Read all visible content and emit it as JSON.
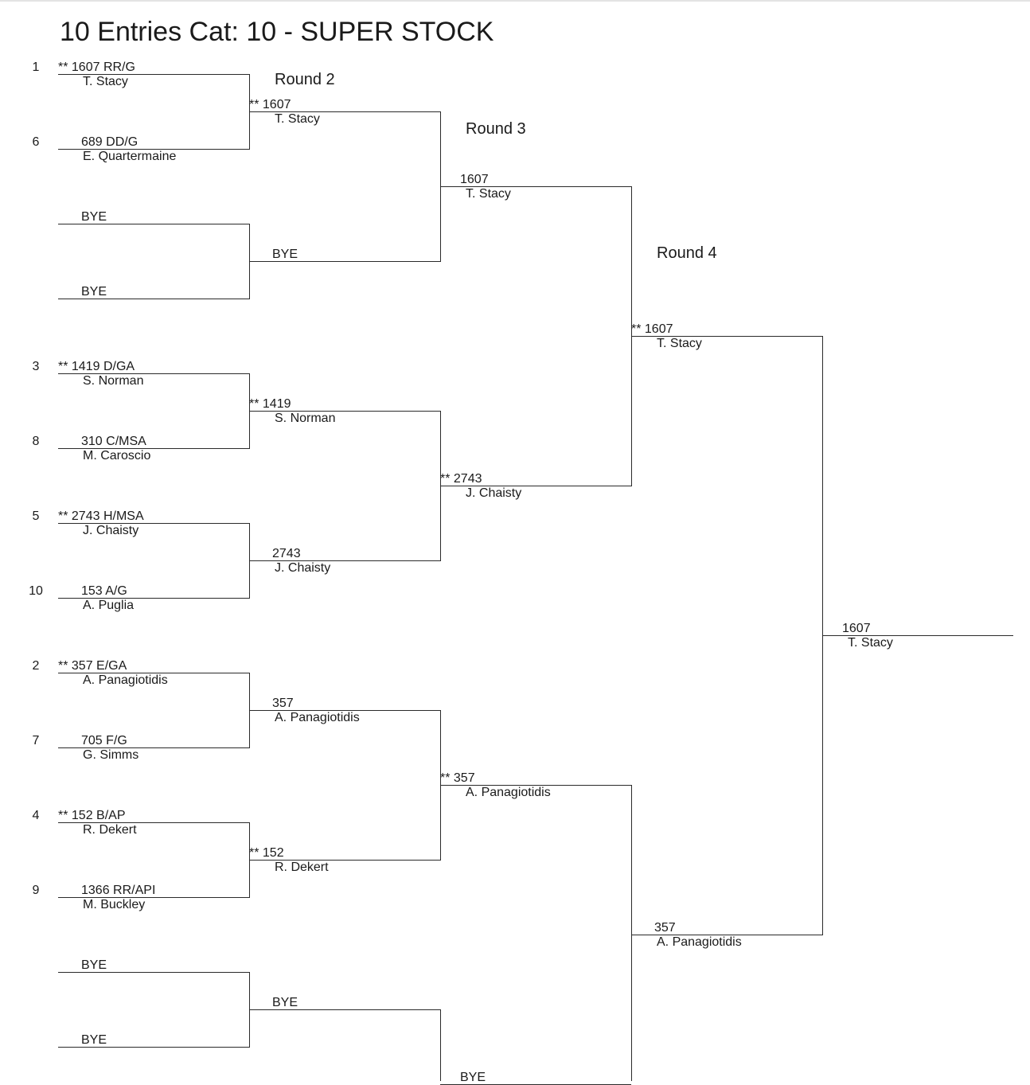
{
  "title": "10 Entries Cat: 10 - SUPER STOCK",
  "round_labels": [
    "Round 2",
    "Round 3",
    "Round 4"
  ],
  "seeds": [
    "1",
    "6",
    "3",
    "8",
    "5",
    "10",
    "2",
    "7",
    "4",
    "9"
  ],
  "round1": [
    {
      "line1": "**  1607  RR/G",
      "line2": "T. Stacy"
    },
    {
      "line1": "689  DD/G",
      "line2": "E. Quartermaine"
    },
    {
      "line1": "BYE",
      "line2": ""
    },
    {
      "line1": "BYE",
      "line2": ""
    },
    {
      "line1": "**  1419  D/GA",
      "line2": "S. Norman"
    },
    {
      "line1": "310  C/MSA",
      "line2": "M. Caroscio"
    },
    {
      "line1": "**  2743  H/MSA",
      "line2": "J. Chaisty"
    },
    {
      "line1": "153  A/G",
      "line2": "A. Puglia"
    },
    {
      "line1": "**   357  E/GA",
      "line2": "A. Panagiotidis"
    },
    {
      "line1": "705  F/G",
      "line2": "G. Simms"
    },
    {
      "line1": "**   152  B/AP",
      "line2": "R. Dekert"
    },
    {
      "line1": "1366  RR/API",
      "line2": "M. Buckley"
    },
    {
      "line1": "BYE",
      "line2": ""
    },
    {
      "line1": "BYE",
      "line2": ""
    }
  ],
  "round2": [
    {
      "line1": "**  1607",
      "line2": "T. Stacy"
    },
    {
      "line1": "BYE",
      "line2": ""
    },
    {
      "line1": "**  1419",
      "line2": "S. Norman"
    },
    {
      "line1": "2743",
      "line2": "J. Chaisty"
    },
    {
      "line1": "357",
      "line2": "A. Panagiotidis"
    },
    {
      "line1": "**   152",
      "line2": "R. Dekert"
    },
    {
      "line1": "BYE",
      "line2": ""
    }
  ],
  "round3": [
    {
      "line1": "1607",
      "line2": "T. Stacy"
    },
    {
      "line1": "**  2743",
      "line2": "J. Chaisty"
    },
    {
      "line1": "**   357",
      "line2": "A. Panagiotidis"
    },
    {
      "line1": "BYE",
      "line2": ""
    }
  ],
  "round4": [
    {
      "line1": "**  1607",
      "line2": "T. Stacy"
    },
    {
      "line1": "357",
      "line2": "A. Panagiotidis"
    }
  ],
  "final": {
    "line1": "1607",
    "line2": "T. Stacy"
  }
}
